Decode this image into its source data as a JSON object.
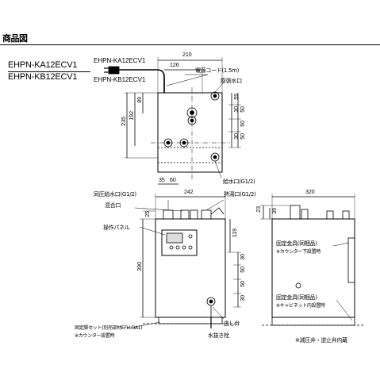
{
  "page_title": "商品図",
  "models": {
    "line1": "EHPN-KA12ECV1",
    "line2": "EHPN-KB12ECV1"
  },
  "top_view": {
    "model_tag1": "EHPN-KA12ECV1",
    "model_tag2": "EHPN-KB12ECV1",
    "labels": {
      "power_cord": "電源コード(1.5m)",
      "overflow_port": "膨張水口",
      "inlet": "給水口(G1/2)"
    },
    "dims": {
      "d210": "210",
      "d126": "126",
      "d89": "89",
      "d192": "192",
      "d235": "235",
      "d59": "59",
      "d30a": "30",
      "d50a": "50",
      "d50b": "50",
      "d30b": "30",
      "d50c": "50",
      "d35": "35",
      "d60": "60"
    }
  },
  "front_view": {
    "labels": {
      "pressure_inlet": "同圧給水口(G1/2)",
      "mix_port": "混合口",
      "hot_outlet": "熱湯口(G1/2)",
      "control_panel": "操作パネル",
      "relief_valve": "逃し弁",
      "drain_plug": "水抜き栓",
      "fixing_set": "固定脚セット(別売部材EFH-DA1)",
      "counter_note": "※カウンター設置時"
    },
    "dims": {
      "d242": "242",
      "d25": "25",
      "d119": "119",
      "d390": "390",
      "d30": "30",
      "d50a": "50",
      "d50b": "50",
      "d30b": "30"
    }
  },
  "side_view": {
    "labels": {
      "fixing_bracket1": "固定金具(同梱品)",
      "counter_below": "※カウンター下設置時",
      "fixing_bracket2": "固定金具(同梱品)",
      "cabinet_inside": "※キャビネット内設置時",
      "reducing_valve": "※減圧弁・逆止弁内蔵"
    },
    "dims": {
      "d320": "320",
      "d23": "23",
      "d39": "39"
    }
  }
}
